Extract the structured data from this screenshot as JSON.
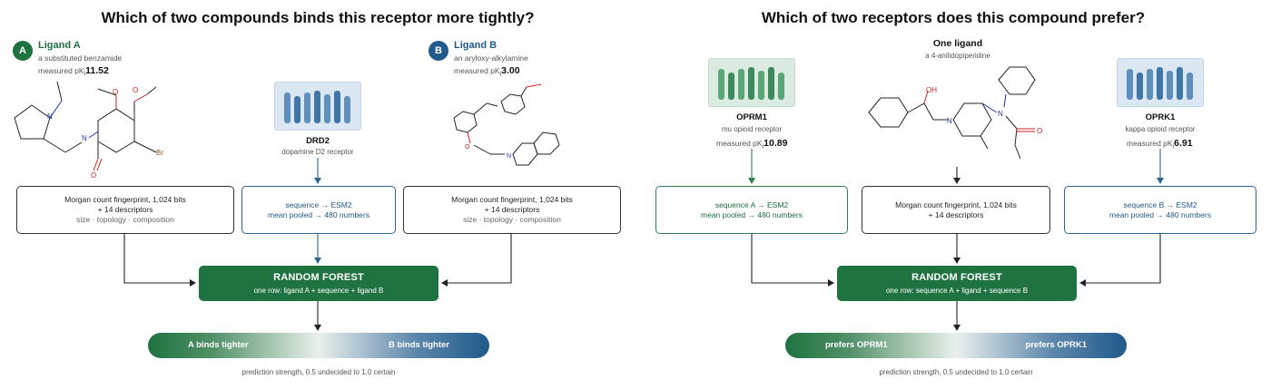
{
  "left": {
    "title": "Which of two compounds binds this receptor more tightly?",
    "ligand_a": {
      "badge": "A",
      "name": "Ligand A",
      "subtitle": "a substituted benzamide",
      "pk_label": "measured pK",
      "pk_sub": "i",
      "pk_value": "11.52"
    },
    "ligand_b": {
      "badge": "B",
      "name": "Ligand B",
      "subtitle": "an aryloxy-alkylamine",
      "pk_label": "measured pK",
      "pk_sub": "i",
      "pk_value": "3.00"
    },
    "receptor": {
      "name": "DRD2",
      "subtitle": "dopamine D2 receptor"
    },
    "box_a": {
      "line1": "Morgan count fingerprint, 1,024 bits",
      "line2": "+ 14 descriptors",
      "line3": "size · topology · composition"
    },
    "box_seq": {
      "line1": "sequence → ESM2",
      "line2": "mean pooled → 480 numbers"
    },
    "box_b": {
      "line1": "Morgan count fingerprint, 1,024 bits",
      "line2": "+ 14 descriptors",
      "line3": "size · topology · composition"
    },
    "rf": {
      "title": "RANDOM FOREST",
      "subtitle": "one row: ligand A + sequence + ligand B"
    },
    "bar": {
      "left": "A binds tighter",
      "right": "B binds tighter"
    },
    "caption": "prediction strength, 0.5 undecided to 1.0 certain"
  },
  "right": {
    "title": "Which of two receptors does this compound prefer?",
    "ligand": {
      "name": "One ligand",
      "subtitle": "a 4-anilidopiperidine"
    },
    "rec_a": {
      "name": "OPRM1",
      "subtitle": "mu opioid receptor",
      "pk_label": "measured pK",
      "pk_sub": "i",
      "pk_value": "10.89"
    },
    "rec_b": {
      "name": "OPRK1",
      "subtitle": "kappa opioid receptor",
      "pk_label": "measured pK",
      "pk_sub": "i",
      "pk_value": "6.91"
    },
    "box_seq_a": {
      "line1": "sequence A → ESM2",
      "line2": "mean pooled → 480 numbers"
    },
    "box_lig": {
      "line1": "Morgan count fingerprint, 1,024 bits",
      "line2": "+ 14 descriptors"
    },
    "box_seq_b": {
      "line1": "sequence B → ESM2",
      "line2": "mean pooled → 480 numbers"
    },
    "rf": {
      "title": "RANDOM FOREST",
      "subtitle": "one row: sequence A + ligand + sequence B"
    },
    "bar": {
      "left": "prefers OPRM1",
      "right": "prefers OPRK1"
    },
    "caption": "prediction strength, 0.5 undecided to 1.0 certain"
  },
  "atom_labels": {
    "n": "N",
    "o": "O",
    "br": "Br",
    "oh": "OH"
  },
  "colors": {
    "green": "#1f7340",
    "blue": "#1f5a8a",
    "light_blue_card": "#dbe8f3",
    "light_green_card": "#dcebe1"
  }
}
